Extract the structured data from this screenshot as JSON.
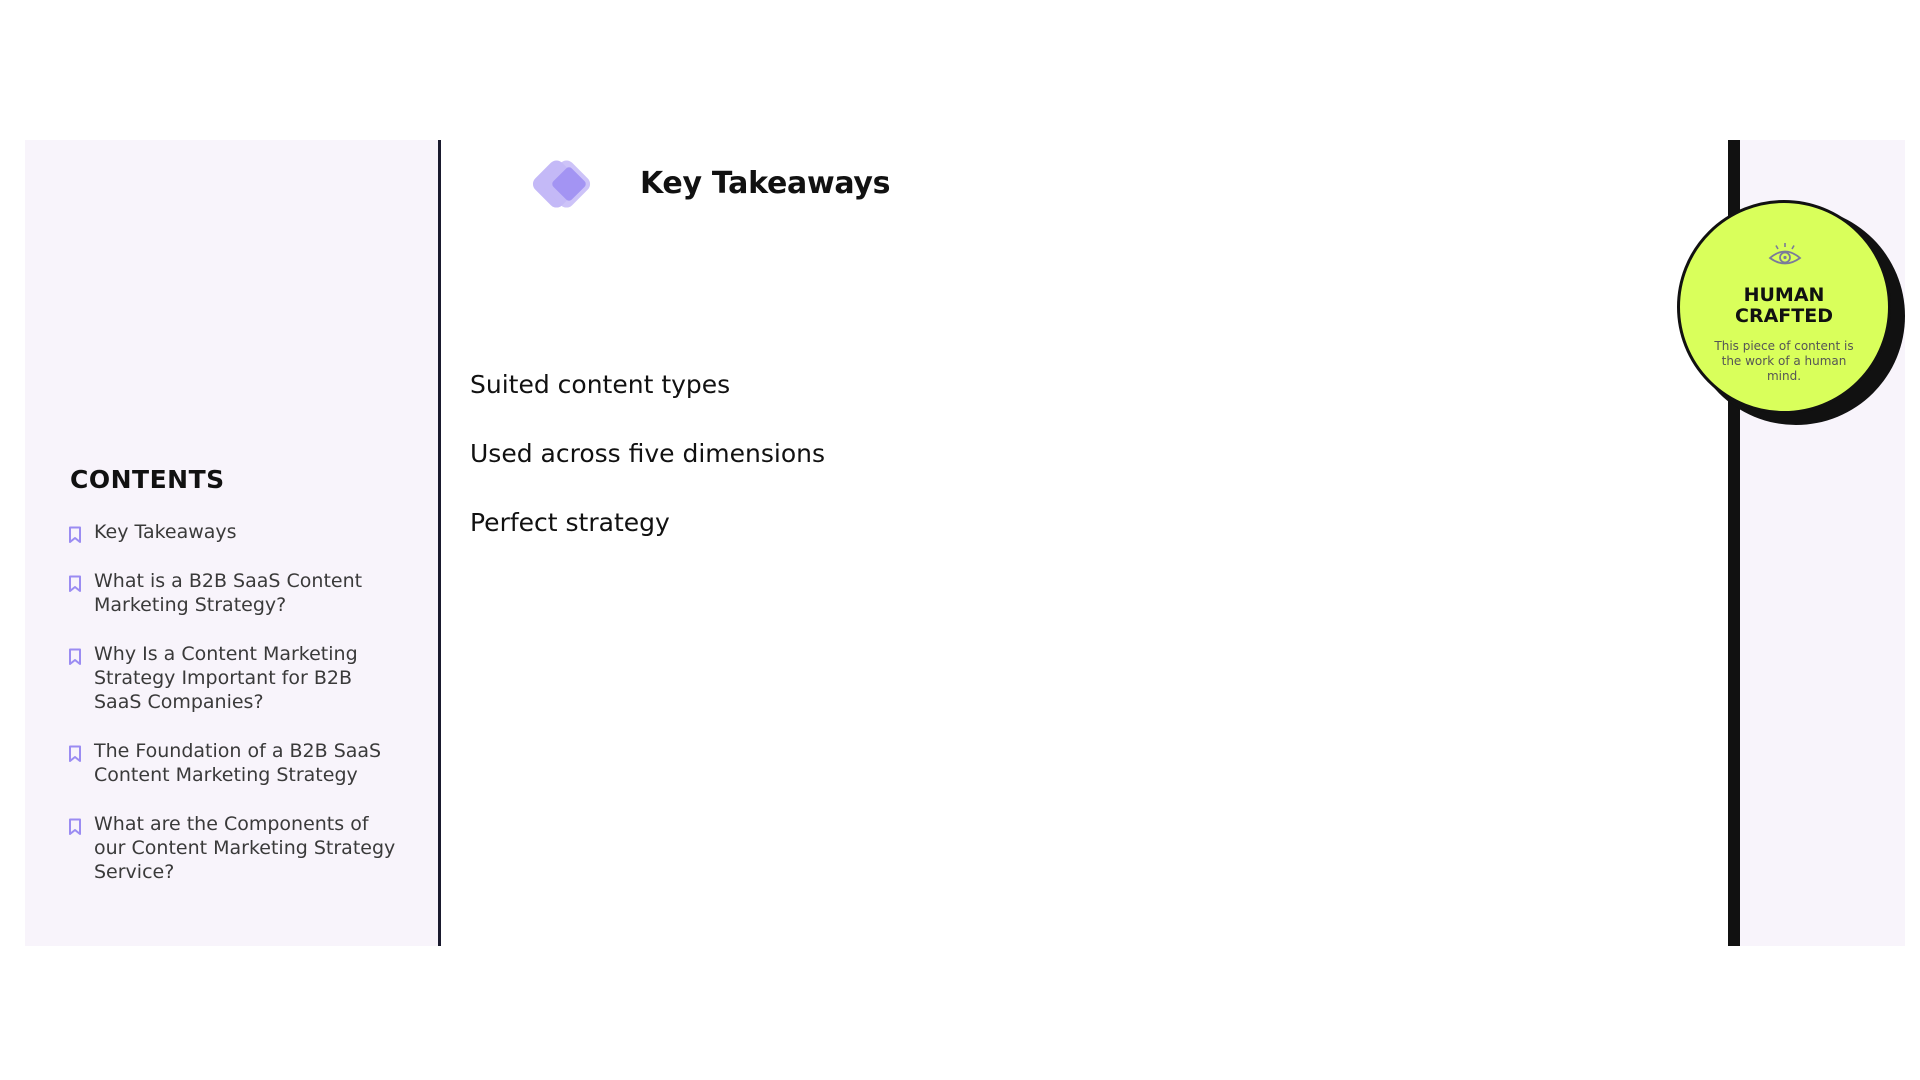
{
  "sidebar": {
    "heading": "CONTENTS",
    "items": [
      {
        "label": "Key Takeaways",
        "icon": "bookmark-icon"
      },
      {
        "label": "What is a B2B SaaS Content Marketing Strategy?",
        "icon": "bookmark-icon"
      },
      {
        "label": "Why Is a Content Marketing Strategy Important for B2B SaaS Companies?",
        "icon": "bookmark-icon"
      },
      {
        "label": "The Foundation of a B2B SaaS Content Marketing Strategy",
        "icon": "bookmark-icon"
      },
      {
        "label": "What are the Components of our Content Marketing Strategy Service?",
        "icon": "bookmark-icon"
      }
    ]
  },
  "main": {
    "title": "Key Takeaways",
    "title_icon": "diamond-icon",
    "takeaways": [
      "Suited content types",
      "Used across five dimensions",
      "Perfect strategy"
    ]
  },
  "badge": {
    "icon": "eye-icon",
    "title_line1": "HUMAN",
    "title_line2": "CRAFTED",
    "text": "This piece of content is the work of a human mind."
  },
  "colors": {
    "panel_bg": "#f8f4fb",
    "accent_purple": "#9b8cf2",
    "badge_green": "#d9ff5b",
    "dark": "#111111"
  }
}
